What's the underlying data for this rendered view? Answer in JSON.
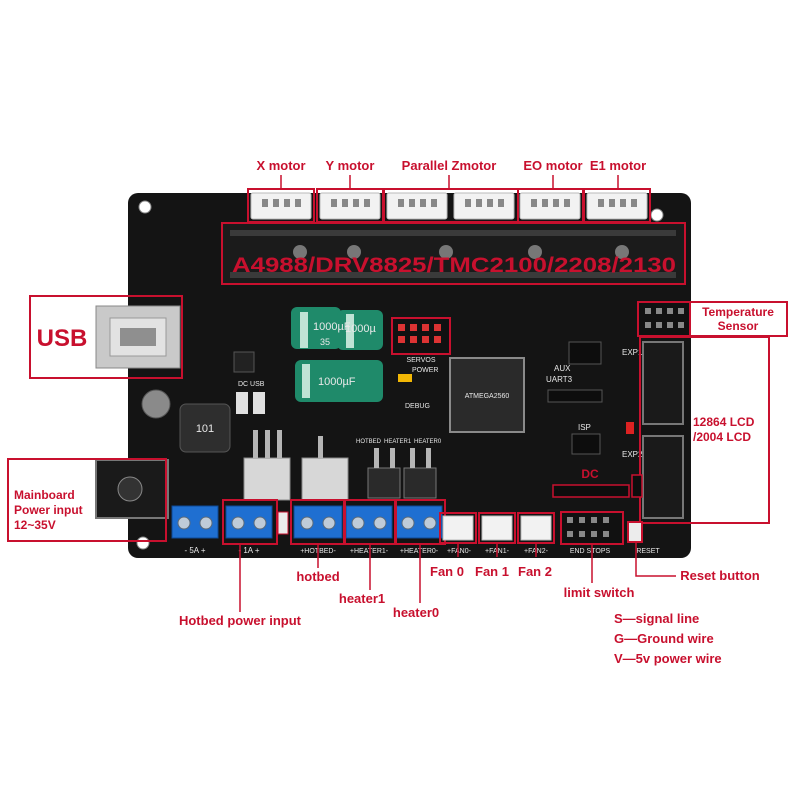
{
  "colors": {
    "accent": "#c8102e",
    "board": "#141414",
    "terminal": "#1f6fd1",
    "capacitor": "#1f8a6a",
    "connector": "#f2f2f2"
  },
  "labels": {
    "x_motor": "X motor",
    "y_motor": "Y motor",
    "parallel_z": "Parallel Zmotor",
    "e0_motor": "EO motor",
    "e1_motor": "E1 motor",
    "driver_text": "A4988/DRV8825/TMC2100/2208/2130",
    "usb": "USB",
    "temp_sensor_1": "Temperature",
    "temp_sensor_2": "Sensor",
    "lcd_1": "12864 LCD",
    "lcd_2": "/2004 LCD",
    "mainboard_1": "Mainboard",
    "mainboard_2": "Power input",
    "mainboard_3": "12~35V",
    "hotbed": "hotbed",
    "heater1": "heater1",
    "heater0": "heater0",
    "hotbed_power": "Hotbed power input",
    "fan0": "Fan 0",
    "fan1": "Fan 1",
    "fan2": "Fan 2",
    "limit_switch": "limit switch",
    "reset_button": "Reset button",
    "legend_s": "S—signal line",
    "legend_g": "G—Ground wire",
    "legend_v": "V—5v power wire",
    "dc": "DC"
  },
  "silkscreen": {
    "exp1": "EXP1",
    "exp2": "EXP2",
    "aux": "AUX",
    "uart3": "UART3",
    "isp": "ISP",
    "servos": "SERVOS",
    "power": "POWER",
    "debug": "DEBUG",
    "hotbed": "HOTBED",
    "heater1": "HEATER1",
    "heater0": "HEATER0",
    "dc_usb": "DC   USB",
    "end_stops": "END STOPS",
    "reset": "RESET",
    "mcu": "ATMEGA2560",
    "inductor": "101",
    "cap1": "1000µF",
    "cap2": "1000µ",
    "cap3": "1000µF",
    "v35": "35",
    "t_5a": "- 5A +",
    "t_1a": "- 1A +",
    "t_hotbed": "+HOTBED-",
    "t_heater1": "+HEATER1-",
    "t_heater0": "+HEATER0-",
    "t_fan0": "+FAN0-",
    "t_fan1": "+FAN1-",
    "t_fan2": "+FAN2-"
  }
}
